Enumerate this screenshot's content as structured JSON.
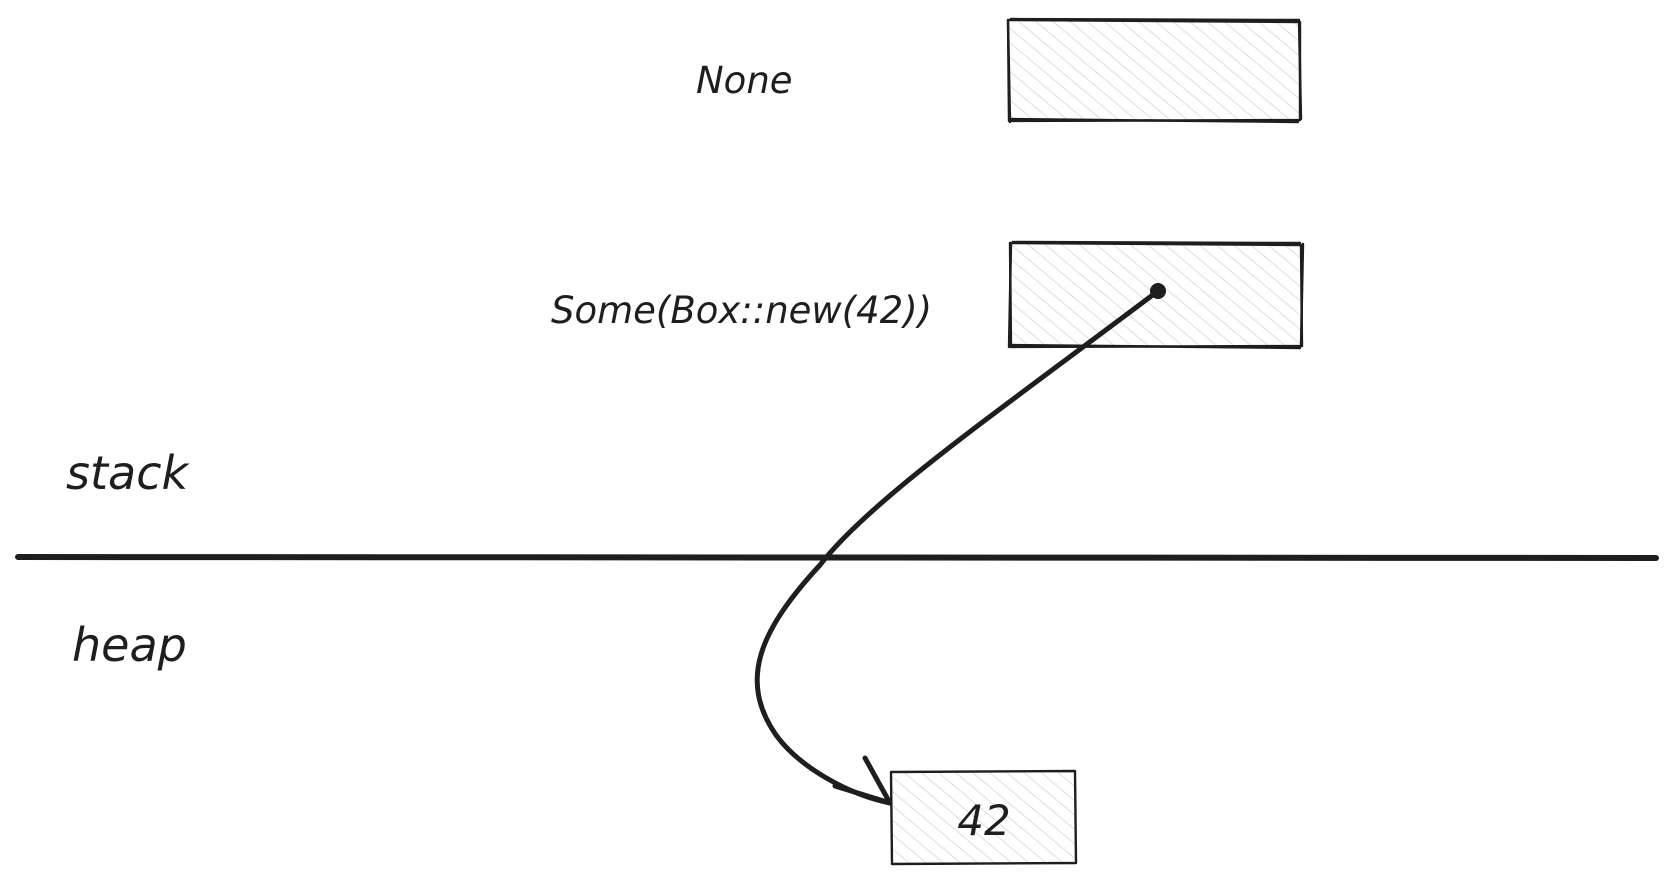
{
  "stack_frame": {
    "none_label": "None",
    "some_label": "Some(Box::new(42))"
  },
  "regions": {
    "stack_label": "stack",
    "heap_label": "heap"
  },
  "heap_cell": {
    "value": "42"
  },
  "colors": {
    "ink": "#1e1e1e",
    "hatch": "#c9ccd1",
    "background": "#ffffff"
  }
}
